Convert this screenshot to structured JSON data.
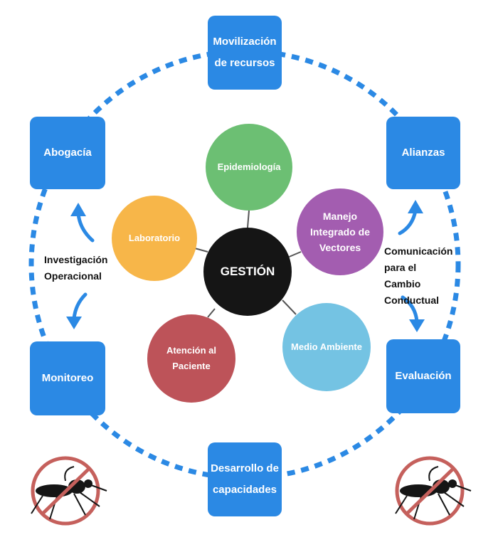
{
  "colors": {
    "box": "#2b89e4",
    "ring": "#2b89e4",
    "center": "#151515",
    "epidemiologia": "#6cbf73",
    "manejo": "#a35db0",
    "medio": "#74c3e3",
    "atencion": "#bd5359",
    "laboratorio": "#f7b649",
    "connector": "#555555",
    "prohibit": "#c5605c"
  },
  "boxes": {
    "movilizacion": "Movilización de recursos",
    "alianzas": "Alianzas",
    "evaluacion": "Evaluación",
    "desarrollo": "Desarrollo de capacidades",
    "monitoreo": "Monitoreo",
    "abogacia": "Abogacía"
  },
  "center": {
    "label": "GESTIÓN"
  },
  "nodes": {
    "epidemiologia": "Epidemiología",
    "manejo": "Manejo Integrado de Vectores",
    "medio": "Medio Ambiente",
    "atencion": "Atención al Paciente",
    "laboratorio": "Laboratorio"
  },
  "side_labels": {
    "left": "Investigación Operacional",
    "right": "Comunicación para el Cambio Conductual"
  },
  "icons": {
    "left_icon": "no-mosquito-icon",
    "right_icon": "no-mosquito-icon"
  }
}
